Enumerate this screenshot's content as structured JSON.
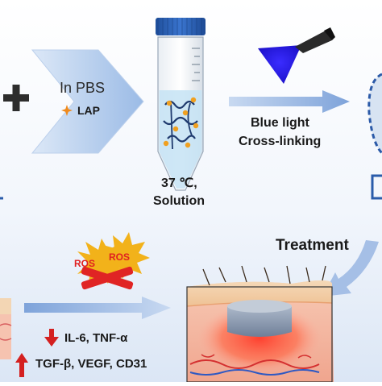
{
  "step1": {
    "solvent_label": "In PBS",
    "initiator_label": "LAP",
    "temperature_label": "37 ℃,",
    "state_label": "Solution"
  },
  "step2": {
    "light_label_line1": "Blue light",
    "light_label_line2": "Cross-linking"
  },
  "step3": {
    "treatment_label": "Treatment",
    "ros_badge_1": "ROS",
    "ros_badge_2": "ROS",
    "down_markers": "IL-6, TNF-α",
    "up_markers": "TGF-β, VEGF, CD31"
  },
  "colors": {
    "arrow_blue": "#8fb0e0",
    "dark_text": "#1a1a1a",
    "blue_text": "#2a5caa",
    "red_arrow": "#d42020",
    "ros_burst": "#f2b21a",
    "ros_text": "#e02020",
    "tube_cap": "#2b60b5",
    "solution_blue": "#c6e3f4"
  }
}
